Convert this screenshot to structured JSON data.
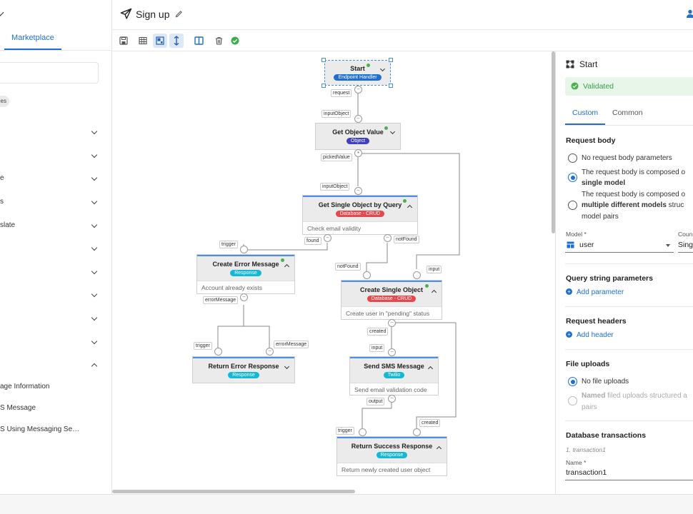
{
  "sidebar": {
    "tab_label": "Marketplace",
    "chip": "es",
    "rows": [
      {
        "label": "",
        "expanded": false
      },
      {
        "label": "",
        "expanded": false
      },
      {
        "label": "e",
        "expanded": false
      },
      {
        "label": "s",
        "expanded": false
      },
      {
        "label": "slate",
        "expanded": false
      },
      {
        "label": "",
        "expanded": false
      },
      {
        "label": "",
        "expanded": false
      },
      {
        "label": "",
        "expanded": false
      },
      {
        "label": "",
        "expanded": false
      },
      {
        "label": "",
        "expanded": false
      },
      {
        "label": "",
        "expanded": true
      }
    ],
    "items": [
      "age Information",
      "S Message",
      "S Using Messaging Se…"
    ]
  },
  "header": {
    "title": "Sign up"
  },
  "toolbar": {
    "icons": [
      "save-icon",
      "grid-icon",
      "fit-view-icon",
      "vertical-layout-icon",
      "split-panel-icon",
      "trash-icon",
      "check-circle-icon"
    ]
  },
  "colors": {
    "accent": "#1f6fd1",
    "valid": "#4caf50",
    "crud": "#e5484d",
    "response": "#14b8d4",
    "endpoint": "#1f6fd1",
    "object": "#3f3fbf"
  },
  "flow": {
    "nodes": {
      "start": {
        "title": "Start",
        "badge": "Endpoint Handler"
      },
      "get_object_value": {
        "title": "Get Object Value",
        "badge": "Object"
      },
      "get_single": {
        "title": "Get Single Object by Query",
        "badge": "Database - CRUD",
        "desc": "Check email validity"
      },
      "create_error": {
        "title": "Create Error Message",
        "badge": "Response",
        "desc": "Account already exists"
      },
      "create_single": {
        "title": "Create Single Object",
        "badge": "Database - CRUD",
        "desc": "Create user in \"pending\" status"
      },
      "return_error": {
        "title": "Return Error Response",
        "badge": "Response"
      },
      "send_sms": {
        "title": "Send SMS Message",
        "badge": "Twilio",
        "desc": "Send email validation code"
      },
      "return_success": {
        "title": "Return Success Response",
        "badge": "Response",
        "desc": "Return newly created user object"
      }
    },
    "ports": {
      "request": "request",
      "input_object_1": "inputObject",
      "picked_value": "pickedValue",
      "input_object_2": "inputObject",
      "trigger_1": "trigger",
      "found": "found",
      "not_found_1": "notFound",
      "not_found_2": "notFound",
      "input_1": "input",
      "error_message_1": "errorMessage",
      "trigger_2": "trigger",
      "error_message_2": "errorMessage",
      "created_1": "created",
      "input_2": "input",
      "output": "output",
      "trigger_3": "trigger",
      "created_2": "created"
    }
  },
  "panel": {
    "node_title": "Start",
    "validated": "Validated",
    "tabs": [
      "Custom",
      "Common"
    ],
    "request_body": {
      "heading": "Request body",
      "opt1": "No request body parameters",
      "opt2_line1": "The request body is composed o",
      "opt2_bold": "single model",
      "opt3_line1": "The request body is composed o",
      "opt3_bold": "multiple different models",
      "opt3_rest": " struc",
      "opt3_line3": "model pairs"
    },
    "model_label": "Model *",
    "model_value": "user",
    "count_label": "Coun",
    "count_value": "Sing",
    "query_heading": "Query string parameters",
    "add_parameter": "Add parameter",
    "headers_heading": "Request headers",
    "add_header": "Add header",
    "uploads_heading": "File uploads",
    "no_uploads": "No file uploads",
    "named_bold": "Named",
    "named_rest": " filed uploads structured a",
    "named_line2": "pairs",
    "db_heading": "Database transactions",
    "transaction_hint": "1. transaction1",
    "name_label": "Name *",
    "name_value": "transaction1"
  }
}
